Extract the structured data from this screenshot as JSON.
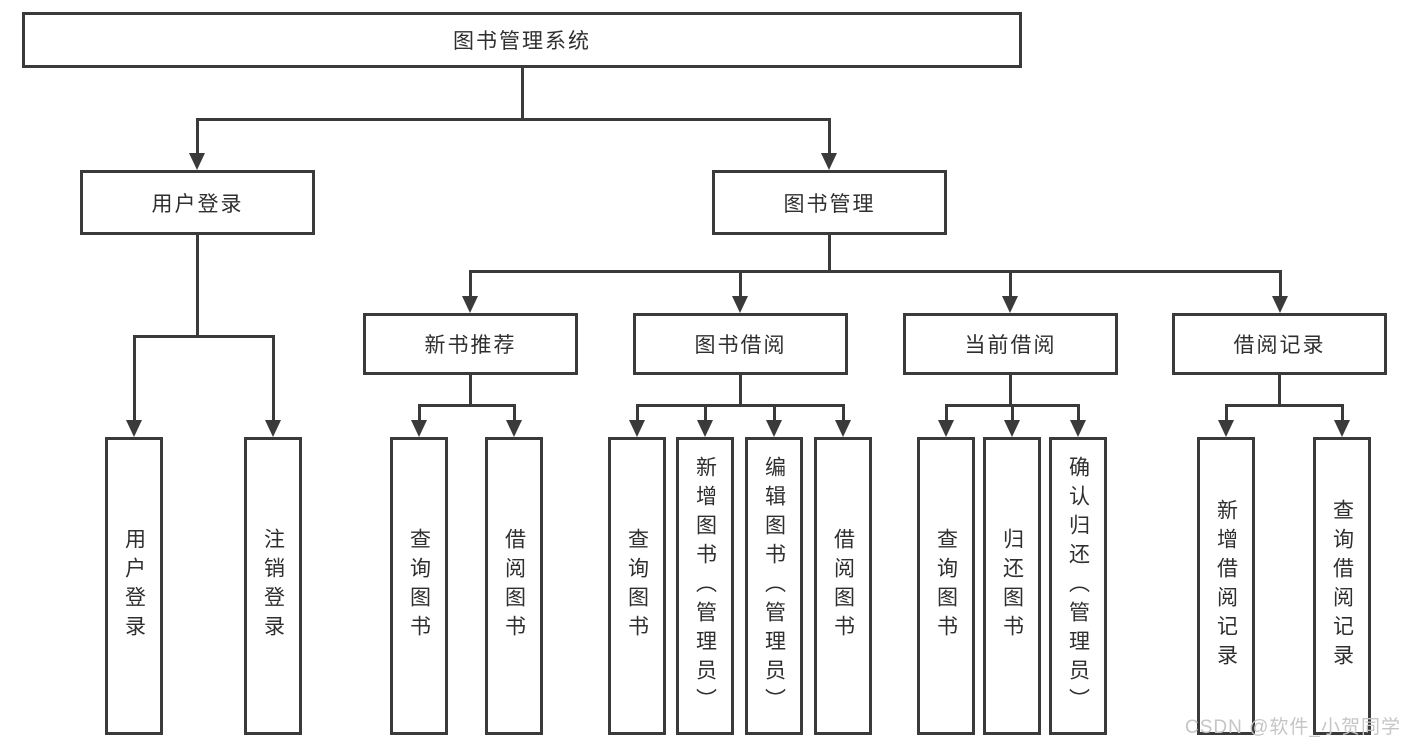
{
  "diagram_title": "图书管理系统",
  "tree": {
    "label": "图书管理系统",
    "children": [
      {
        "label": "用户登录",
        "children": [
          {
            "label": "用户登录"
          },
          {
            "label": "注销登录"
          }
        ]
      },
      {
        "label": "图书管理",
        "children": [
          {
            "label": "新书推荐",
            "children": [
              {
                "label": "查询图书"
              },
              {
                "label": "借阅图书"
              }
            ]
          },
          {
            "label": "图书借阅",
            "children": [
              {
                "label": "查询图书"
              },
              {
                "label": "新增图书（管理员）"
              },
              {
                "label": "编辑图书（管理员）"
              },
              {
                "label": "借阅图书"
              }
            ]
          },
          {
            "label": "当前借阅",
            "children": [
              {
                "label": "查询图书"
              },
              {
                "label": "归还图书"
              },
              {
                "label": "确认归还（管理员）"
              }
            ]
          },
          {
            "label": "借阅记录",
            "children": [
              {
                "label": "新增借阅记录"
              },
              {
                "label": "查询借阅记录"
              }
            ]
          }
        ]
      }
    ]
  },
  "watermark": "CSDN @软件_小贺同学",
  "colors": {
    "line": "#3a3a3a",
    "text": "#2f2f2f",
    "watermark": "#c6c6c6",
    "background": "#ffffff"
  }
}
